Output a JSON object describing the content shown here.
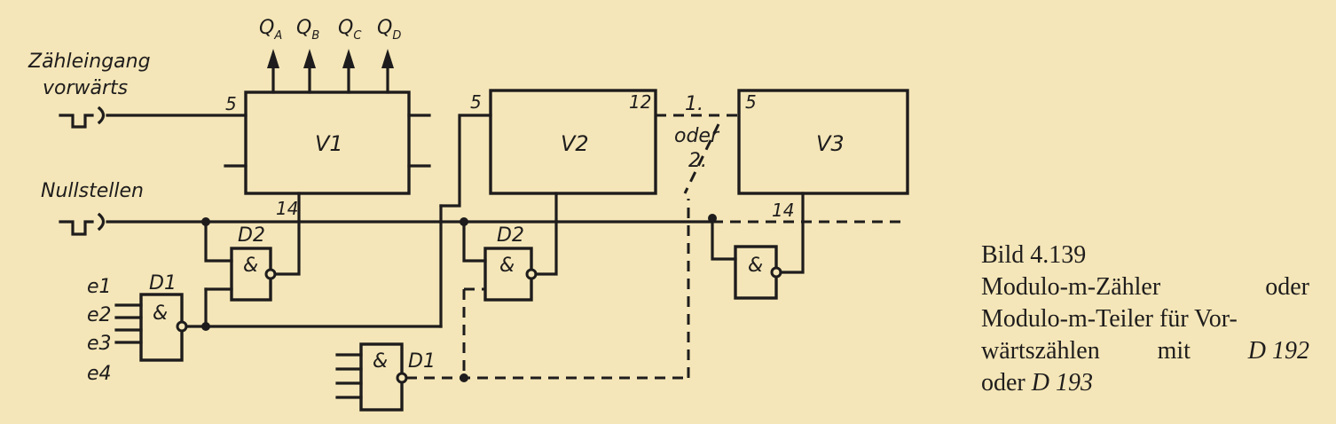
{
  "outputs": [
    {
      "q": "Q",
      "sub": "A"
    },
    {
      "q": "Q",
      "sub": "B"
    },
    {
      "q": "Q",
      "sub": "C"
    },
    {
      "q": "Q",
      "sub": "D"
    }
  ],
  "input_label_line1": "Zähleingang",
  "input_label_line2": "vorwärts",
  "reset_label": "Nullstellen",
  "blocks": {
    "v1": "V1",
    "v2": "V2",
    "v3": "V3"
  },
  "pins": {
    "v1_in": "5",
    "v1_reset": "14",
    "v2_in": "5",
    "v2_out": "12",
    "v3_in": "5",
    "v3_reset": "14"
  },
  "gates": {
    "d2a": "D2",
    "d2b": "D2",
    "d1a": "D1",
    "d1b": "D1",
    "and_symbol": "&"
  },
  "enable_inputs": [
    "e1",
    "e2",
    "e3",
    "e4"
  ],
  "link_labels": {
    "first": "1.",
    "or": "oder",
    "second": "2."
  },
  "caption": {
    "line1": "Bild 4.139",
    "line2_a": "Modulo-m-Zähler",
    "line2_b": "oder",
    "line3": "Modulo-m-Teiler für Vor-",
    "line4_a": "wärtszählen",
    "line4_b": "mit",
    "line4_c": "D 192",
    "line5_a": "oder",
    "line5_b": "D 193"
  }
}
